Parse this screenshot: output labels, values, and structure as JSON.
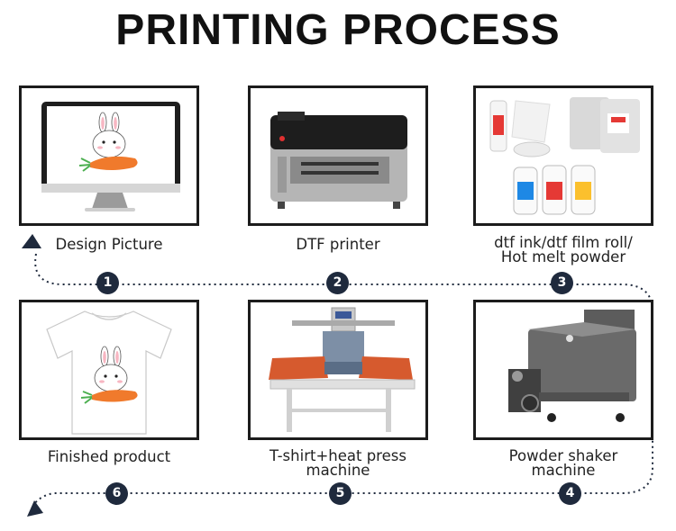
{
  "title": "PRINTING PROCESS",
  "steps": [
    {
      "number": "1",
      "label": "Design Picture"
    },
    {
      "number": "2",
      "label": "DTF printer"
    },
    {
      "number": "3",
      "label_line1": "dtf ink/dtf film roll/",
      "label_line2": "Hot melt powder"
    },
    {
      "number": "4",
      "label_line1": "Powder shaker",
      "label_line2": "machine"
    },
    {
      "number": "5",
      "label_line1": "T-shirt+heat press",
      "label_line2": "machine"
    },
    {
      "number": "6",
      "label": "Finished product"
    }
  ],
  "colors": {
    "badge": "#1f2a3d",
    "border": "#1c1c1c",
    "carrot": "#f07a2c",
    "press_pad": "#d65a2e"
  }
}
